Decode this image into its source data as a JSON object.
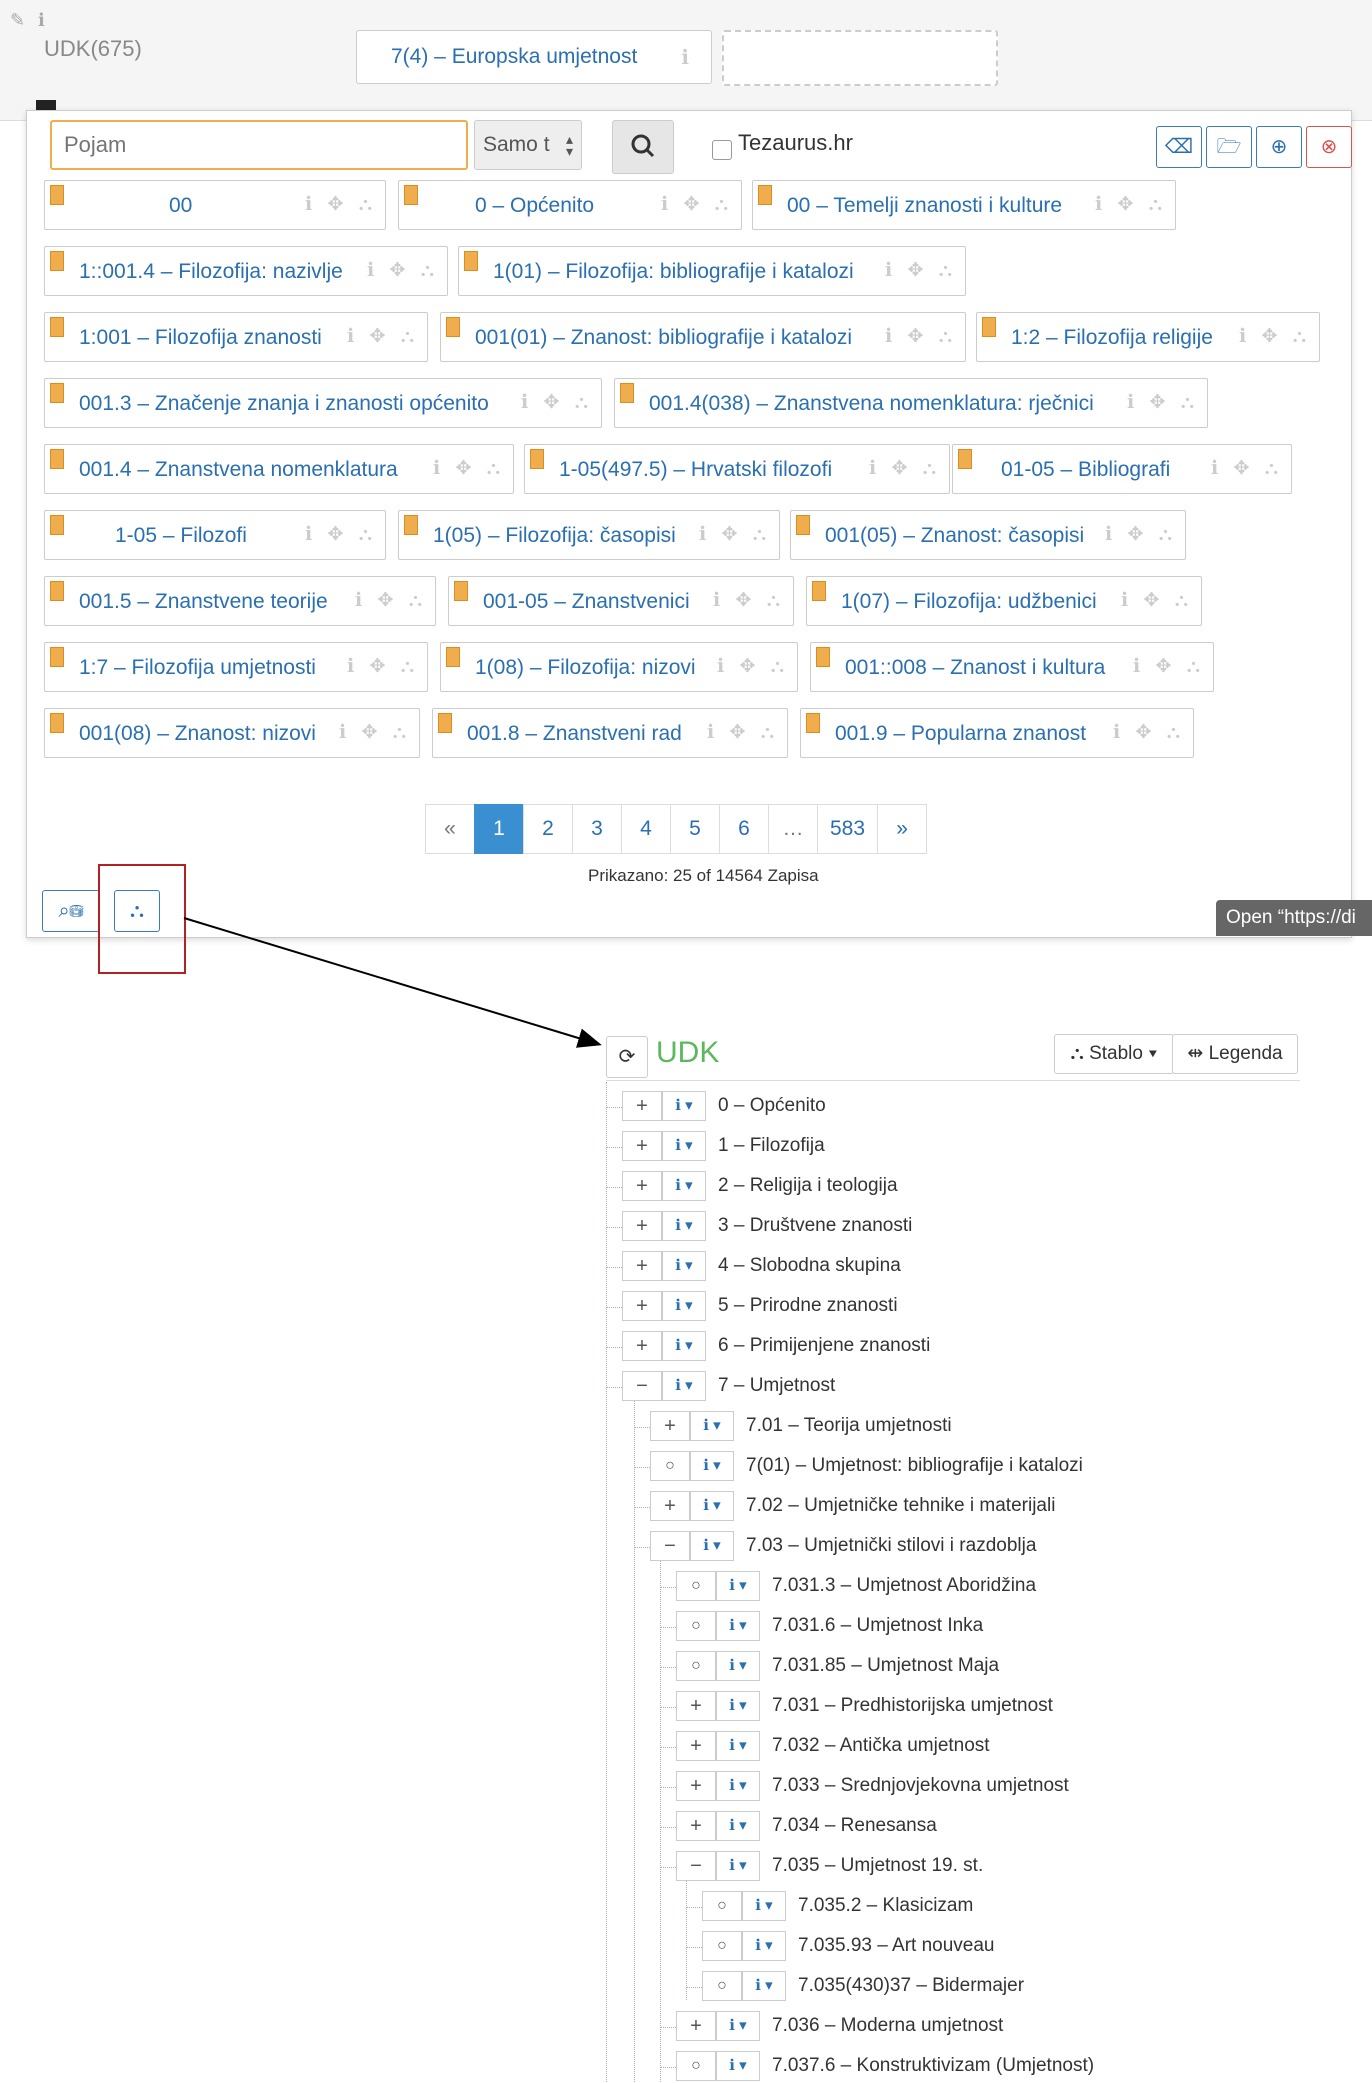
{
  "header": {
    "field_label": "UDK(675)",
    "selected_term": "7(4) – Europska umjetnost",
    "info_glyph": "ℹ"
  },
  "search": {
    "placeholder": "Pojam",
    "mode_value": "Samo t",
    "tezaurus_label": "Tezaurus.hr"
  },
  "icons": {
    "search": "⌕",
    "eraser": "⌫",
    "folder": "🗁",
    "add": "⊕",
    "close": "⊗",
    "refresh": "⟳",
    "tree": "⛬",
    "db": "⛁"
  },
  "terms": [
    "00",
    "0 – Općenito",
    "00 – Temelji znanosti i kulture",
    "1::001.4 – Filozofija: nazivlje",
    "1(01) – Filozofija: bibliografije i katalozi",
    "1:001 – Filozofija znanosti",
    "001(01) – Znanost: bibliografije i katalozi",
    "1:2 – Filozofija religije",
    "001.3 – Značenje znanja i znanosti općenito",
    "001.4(038) – Znanstvena nomenklatura: rječnici",
    "001.4 – Znanstvena nomenklatura",
    "1-05(497.5) – Hrvatski filozofi",
    "01-05 – Bibliografi",
    "1-05 – Filozofi",
    "1(05) – Filozofija: časopisi",
    "001(05) – Znanost: časopisi",
    "001.5 – Znanstvene teorije",
    "001-05 – Znanstvenici",
    "1(07) – Filozofija: udžbenici",
    "1:7 – Filozofija umjetnosti",
    "1(08) – Filozofija: nizovi",
    "001::008 – Znanost i kultura",
    "001(08) – Znanost: nizovi",
    "001.8 – Znanstveni rad",
    "001.9 – Popularna znanost"
  ],
  "chip_icons": "ℹ ✥ ⛬",
  "pagination": {
    "prev": "«",
    "pages": [
      "1",
      "2",
      "3",
      "4",
      "5",
      "6",
      "…",
      "583"
    ],
    "next": "»",
    "current": "1",
    "summary": "Prikazano: 25 of 14564 Zapisa"
  },
  "tooltip": "Open “https://di",
  "tree": {
    "title": "UDK",
    "stablo_label": "Stablo ▾",
    "legenda_label": "Legenda",
    "nodes": [
      {
        "label": "0 – Općenito",
        "toggle": "+"
      },
      {
        "label": "1 – Filozofija",
        "toggle": "+"
      },
      {
        "label": "2 – Religija i teologija",
        "toggle": "+"
      },
      {
        "label": "3 – Društvene znanosti",
        "toggle": "+"
      },
      {
        "label": "4 – Slobodna skupina",
        "toggle": "+"
      },
      {
        "label": "5 – Prirodne znanosti",
        "toggle": "+"
      },
      {
        "label": "6 – Primijenjene znanosti",
        "toggle": "+"
      },
      {
        "label": "7 – Umjetnost",
        "toggle": "−"
      },
      {
        "label": "7.01 – Teorija umjetnosti",
        "toggle": "+"
      },
      {
        "label": "7(01) – Umjetnost: bibliografije i katalozi",
        "toggle": "○"
      },
      {
        "label": "7.02 – Umjetničke tehnike i materijali",
        "toggle": "+"
      },
      {
        "label": "7.03 – Umjetnički stilovi i razdoblja",
        "toggle": "−"
      },
      {
        "label": "7.031.3 – Umjetnost Aboridžina",
        "toggle": "○"
      },
      {
        "label": "7.031.6 – Umjetnost Inka",
        "toggle": "○"
      },
      {
        "label": "7.031.85 – Umjetnost Maja",
        "toggle": "○"
      },
      {
        "label": "7.031 – Predhistorijska umjetnost",
        "toggle": "+"
      },
      {
        "label": "7.032 – Antička umjetnost",
        "toggle": "+"
      },
      {
        "label": "7.033 – Srednjovjekovna umjetnost",
        "toggle": "+"
      },
      {
        "label": "7.034 – Renesansa",
        "toggle": "+"
      },
      {
        "label": "7.035 – Umjetnost 19. st.",
        "toggle": "−"
      },
      {
        "label": "7.035.2 – Klasicizam",
        "toggle": "○"
      },
      {
        "label": "7.035.93 – Art nouveau",
        "toggle": "○"
      },
      {
        "label": "7.035(430)37 – Bidermajer",
        "toggle": "○"
      },
      {
        "label": "7.036 – Moderna umjetnost",
        "toggle": "+"
      },
      {
        "label": "7.037.6 – Konstruktivizam (Umjetnost)",
        "toggle": "○"
      }
    ],
    "info_button": "ℹ ▾"
  }
}
